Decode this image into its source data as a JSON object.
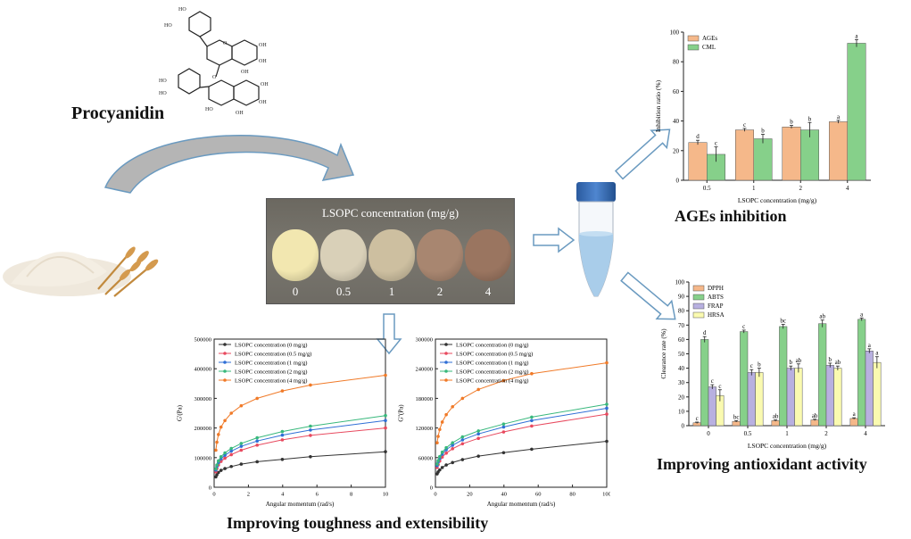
{
  "headings": {
    "procyanidin": "Procyanidin",
    "ages_inhibition": "AGEs inhibition",
    "antioxidant": "Improving antioxidant activity",
    "toughness": "Improving toughness and extensibility"
  },
  "photo": {
    "title": "LSOPC concentration (mg/g)",
    "samples": [
      {
        "label": "0",
        "color": "#f2e7b0"
      },
      {
        "label": "0.5",
        "color": "#d9d0b8"
      },
      {
        "label": "1",
        "color": "#cdbfa0"
      },
      {
        "label": "2",
        "color": "#a88670"
      },
      {
        "label": "4",
        "color": "#9a7560"
      }
    ]
  },
  "charts": [
    {
      "id": "ages",
      "type": "bar",
      "ylabel": "Inhibition ratio (%)",
      "xlabel": "LSOPC concentration (mg/g)",
      "categories": [
        "0.5",
        "1",
        "2",
        "4"
      ],
      "ylim": [
        0,
        100
      ],
      "yticks": [
        0,
        20,
        40,
        60,
        80,
        100
      ],
      "legend_position": "top-left",
      "series": [
        {
          "name": "AGEs",
          "color": "#f5b88a",
          "values": [
            25.5,
            34,
            36,
            39.5
          ],
          "errors": [
            1.5,
            1,
            1,
            1
          ],
          "letters": [
            "d",
            "c",
            "b",
            "a"
          ]
        },
        {
          "name": "CML",
          "color": "#86d08a",
          "values": [
            17.5,
            28,
            34,
            92.5
          ],
          "errors": [
            5,
            3,
            5,
            2.5
          ],
          "letters": [
            "c",
            "b",
            "b",
            "a"
          ]
        }
      ]
    },
    {
      "id": "antioxidant",
      "type": "bar",
      "ylabel": "Clearance rate (%)",
      "xlabel": "LSOPC concentration (mg/g)",
      "categories": [
        "0",
        "0.5",
        "1",
        "2",
        "4"
      ],
      "ylim": [
        0,
        100
      ],
      "yticks": [
        0,
        10,
        20,
        30,
        40,
        50,
        60,
        70,
        80,
        90,
        100
      ],
      "legend_position": "top-left",
      "series": [
        {
          "name": "DPPH",
          "color": "#f5b88a",
          "values": [
            2,
            3,
            3.5,
            4,
            5
          ],
          "errors": [
            0.5,
            0.5,
            0.5,
            0.5,
            0.5
          ],
          "letters": [
            "c",
            "bc",
            "ab",
            "ab",
            "a"
          ]
        },
        {
          "name": "ABTS",
          "color": "#86d08a",
          "values": [
            60,
            65.5,
            69,
            71,
            74
          ],
          "errors": [
            2,
            1,
            1.5,
            2.5,
            1
          ],
          "letters": [
            "d",
            "c",
            "bc",
            "ab",
            "a"
          ]
        },
        {
          "name": "FRAP",
          "color": "#b8b0e0",
          "values": [
            27,
            37,
            40,
            42,
            52
          ],
          "errors": [
            1.5,
            2,
            1.5,
            1.5,
            1.5
          ],
          "letters": [
            "c",
            "c",
            "b",
            "b",
            "a"
          ]
        },
        {
          "name": "HRSA",
          "color": "#fafab0",
          "values": [
            21,
            37,
            40,
            40,
            44
          ],
          "errors": [
            4,
            3,
            3,
            1.5,
            4
          ],
          "letters": [
            "c",
            "b",
            "ab",
            "ab",
            "a"
          ]
        }
      ]
    },
    {
      "id": "gprime",
      "type": "line",
      "ylabel": "G'(Pa)",
      "xlabel": "Angular momentum (rad/s)",
      "xlim": [
        0,
        10
      ],
      "ylim": [
        0,
        500000
      ],
      "xticks": [
        0,
        2,
        4,
        6,
        8,
        10
      ],
      "yticks": [
        0,
        100000,
        200000,
        300000,
        400000,
        500000
      ],
      "legend_position": "top-left",
      "x": [
        0.1,
        0.16,
        0.25,
        0.4,
        0.63,
        1,
        1.58,
        2.51,
        3.98,
        5.62,
        10
      ],
      "series": [
        {
          "name": "LSOPC concentration (0 mg/g)",
          "color": "#333333",
          "values": [
            35000,
            42000,
            50000,
            57000,
            63000,
            70000,
            78000,
            86000,
            94000,
            103000,
            120000
          ]
        },
        {
          "name": "LSOPC concentration (0.5 mg/g)",
          "color": "#e84a5f",
          "values": [
            52000,
            63000,
            75000,
            87000,
            98000,
            110000,
            125000,
            142000,
            160000,
            175000,
            200000
          ]
        },
        {
          "name": "LSOPC concentration (1 mg/g)",
          "color": "#2f6fd6",
          "values": [
            58000,
            70000,
            83000,
            96000,
            108000,
            122000,
            138000,
            156000,
            176000,
            193000,
            225000
          ]
        },
        {
          "name": "LSOPC concentration (2 mg/g)",
          "color": "#38b87c",
          "values": [
            62000,
            75000,
            89000,
            103000,
            116000,
            131000,
            148000,
            167000,
            188000,
            206000,
            242000
          ]
        },
        {
          "name": "LSOPC concentration (4 mg/g)",
          "color": "#f07a28",
          "values": [
            125000,
            152000,
            178000,
            203000,
            225000,
            250000,
            275000,
            300000,
            325000,
            345000,
            378000
          ]
        }
      ]
    },
    {
      "id": "gdoubleprime",
      "type": "line",
      "ylabel": "G''(Pa)",
      "xlabel": "Angular momentum (rad/s)",
      "xlim": [
        0,
        100
      ],
      "ylim": [
        0,
        300000
      ],
      "xticks": [
        0,
        20,
        40,
        60,
        80,
        100
      ],
      "yticks": [
        0,
        60000,
        120000,
        180000,
        240000,
        300000
      ],
      "legend_position": "top-left",
      "x": [
        1,
        1.58,
        2.51,
        3.98,
        6.31,
        10,
        15.8,
        25.1,
        39.8,
        56.2,
        100
      ],
      "series": [
        {
          "name": "LSOPC concentration (0 mg/g)",
          "color": "#333333",
          "values": [
            27000,
            31000,
            35000,
            40000,
            45000,
            50000,
            56000,
            63000,
            70000,
            77000,
            93000
          ]
        },
        {
          "name": "LSOPC concentration (0.5 mg/g)",
          "color": "#e84a5f",
          "values": [
            40000,
            46000,
            53000,
            61000,
            69000,
            78000,
            88000,
            99000,
            112000,
            124000,
            148000
          ]
        },
        {
          "name": "LSOPC concentration (1 mg/g)",
          "color": "#2f6fd6",
          "values": [
            44000,
            51000,
            58000,
            67000,
            76000,
            85000,
            96000,
            108000,
            122000,
            135000,
            160000
          ]
        },
        {
          "name": "LSOPC concentration (2 mg/g)",
          "color": "#38b87c",
          "values": [
            47000,
            54000,
            62000,
            71000,
            80000,
            90000,
            102000,
            114000,
            128000,
            142000,
            168000
          ]
        },
        {
          "name": "LSOPC concentration (4 mg/g)",
          "color": "#f07a28",
          "values": [
            90000,
            103000,
            117000,
            132000,
            147000,
            163000,
            180000,
            198000,
            216000,
            230000,
            252000
          ]
        }
      ]
    }
  ]
}
